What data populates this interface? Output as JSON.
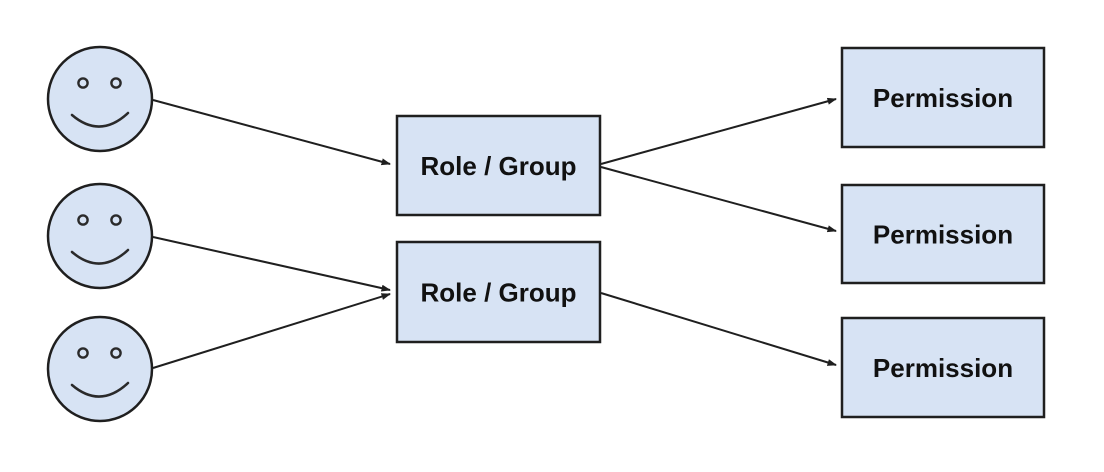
{
  "diagram": {
    "description": "Users assigned to roles or groups which grant permissions",
    "colors": {
      "shape_fill": "#d7e3f4",
      "shape_stroke": "#1f1f1f",
      "connector": "#1f1f1f",
      "text": "#111111",
      "background": "#ffffff"
    },
    "users": [
      {
        "id": "user-1",
        "icon": "smiley-face-icon"
      },
      {
        "id": "user-2",
        "icon": "smiley-face-icon"
      },
      {
        "id": "user-3",
        "icon": "smiley-face-icon"
      }
    ],
    "roles": [
      {
        "id": "role-1",
        "label": "Role / Group"
      },
      {
        "id": "role-2",
        "label": "Role / Group"
      }
    ],
    "permissions": [
      {
        "id": "permission-1",
        "label": "Permission"
      },
      {
        "id": "permission-2",
        "label": "Permission"
      },
      {
        "id": "permission-3",
        "label": "Permission"
      }
    ],
    "edges": [
      {
        "from": "user-1",
        "to": "role-1"
      },
      {
        "from": "user-2",
        "to": "role-2"
      },
      {
        "from": "user-3",
        "to": "role-2"
      },
      {
        "from": "role-1",
        "to": "permission-1"
      },
      {
        "from": "role-1",
        "to": "permission-2"
      },
      {
        "from": "role-2",
        "to": "permission-3"
      }
    ]
  }
}
